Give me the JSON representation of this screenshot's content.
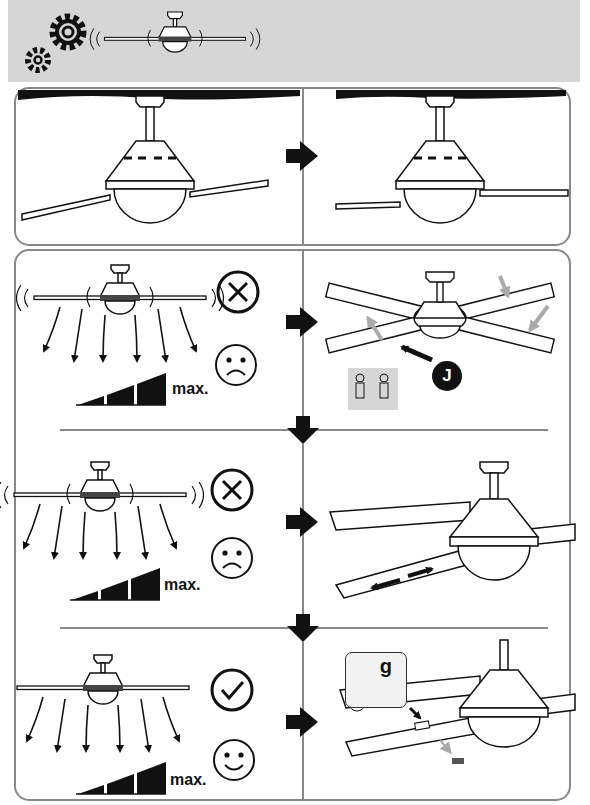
{
  "diagram": {
    "nodes": [
      {
        "text": [
          "J"
        ]
      },
      {
        "text": [
          "g"
        ]
      }
    ],
    "labels": [
      "max.",
      "max.",
      "max."
    ]
  }
}
